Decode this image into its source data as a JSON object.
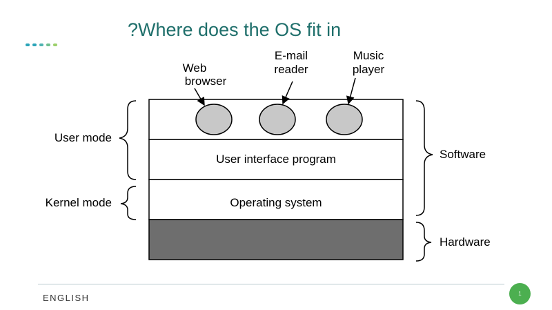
{
  "slide": {
    "title": "?Where does the OS fit in",
    "footer": "ENGLISH",
    "page_number": "1"
  },
  "decor": {
    "dot_colors": [
      "#2aa4b8",
      "#2aa4b8",
      "#4fb3b0",
      "#6fbf8e",
      "#9ccf6a"
    ]
  },
  "diagram": {
    "apps": [
      {
        "label_line1": "Web",
        "label_line2": "browser"
      },
      {
        "label_line1": "E-mail",
        "label_line2": "reader"
      },
      {
        "label_line1": "Music",
        "label_line2": "player"
      }
    ],
    "layers": {
      "ui_program": "User interface program",
      "operating_system": "Operating system"
    },
    "left_brackets": {
      "user_mode": "User mode",
      "kernel_mode": "Kernel mode"
    },
    "right_brackets": {
      "software": "Software",
      "hardware": "Hardware"
    },
    "colors": {
      "hardware_fill": "#6e6e6e",
      "app_circle_fill": "#c8c8c8",
      "outline": "#000000"
    }
  }
}
